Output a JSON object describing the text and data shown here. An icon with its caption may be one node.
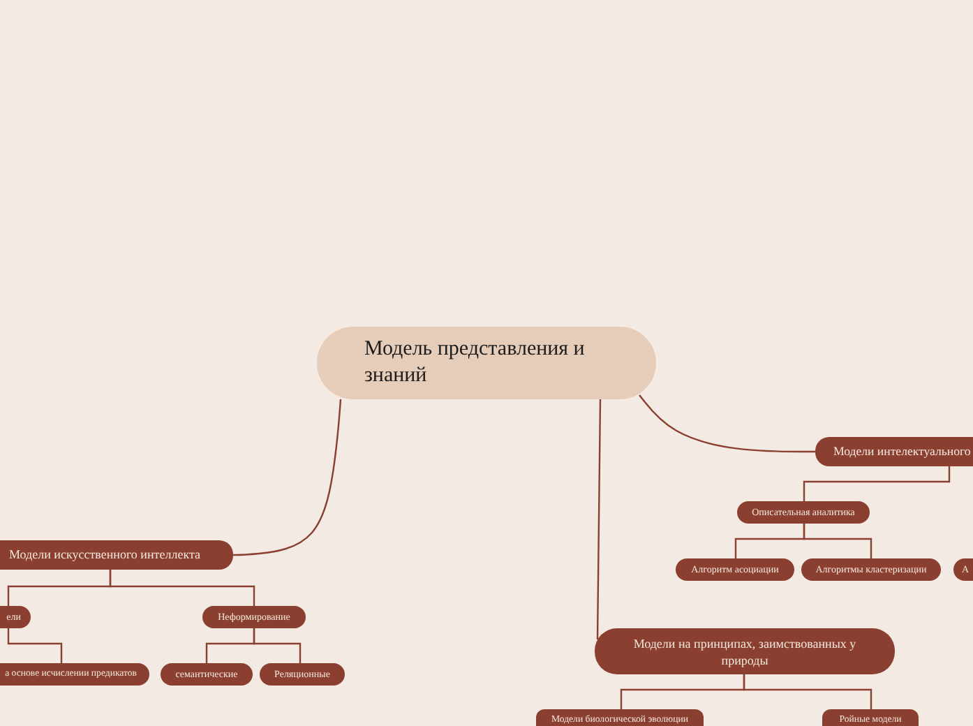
{
  "diagram": {
    "nodes": [
      {
        "text": [
          "Модель представления и знаний"
        ]
      },
      {
        "text": [
          "Модели искусственного интеллекта"
        ]
      },
      {
        "text": [
          "ели"
        ]
      },
      {
        "text": [
          "а основе исчислении предикатов"
        ]
      },
      {
        "text": [
          "Неформирование"
        ]
      },
      {
        "text": [
          "семантические"
        ]
      },
      {
        "text": [
          "Реляционные"
        ]
      },
      {
        "text": [
          "Модели интелектуального"
        ]
      },
      {
        "text": [
          "Описательная аналитика"
        ]
      },
      {
        "text": [
          "Алгоритм асоциации"
        ]
      },
      {
        "text": [
          "Алгоритмы кластеризации"
        ]
      },
      {
        "text": [
          "А"
        ]
      },
      {
        "text": [
          "Модели на принципах, заимствованных у природы"
        ]
      },
      {
        "text": [
          "Модели биологической эволюции"
        ]
      },
      {
        "text": [
          "Ройные модели"
        ]
      }
    ],
    "edges": [
      {
        "from": 0,
        "to": 1,
        "arrow": "none"
      },
      {
        "from": 0,
        "to": 7,
        "arrow": "none"
      },
      {
        "from": 0,
        "to": 12,
        "arrow": "none"
      },
      {
        "from": 1,
        "to": 2,
        "arrow": "none"
      },
      {
        "from": 1,
        "to": 4,
        "arrow": "none"
      },
      {
        "from": 2,
        "to": 3,
        "arrow": "none"
      },
      {
        "from": 4,
        "to": 5,
        "arrow": "none"
      },
      {
        "from": 4,
        "to": 6,
        "arrow": "none"
      },
      {
        "from": 7,
        "to": 8,
        "arrow": "none"
      },
      {
        "from": 8,
        "to": 9,
        "arrow": "none"
      },
      {
        "from": 8,
        "to": 10,
        "arrow": "none"
      },
      {
        "from": 12,
        "to": 13,
        "arrow": "none"
      },
      {
        "from": 12,
        "to": 14,
        "arrow": "none"
      }
    ]
  }
}
